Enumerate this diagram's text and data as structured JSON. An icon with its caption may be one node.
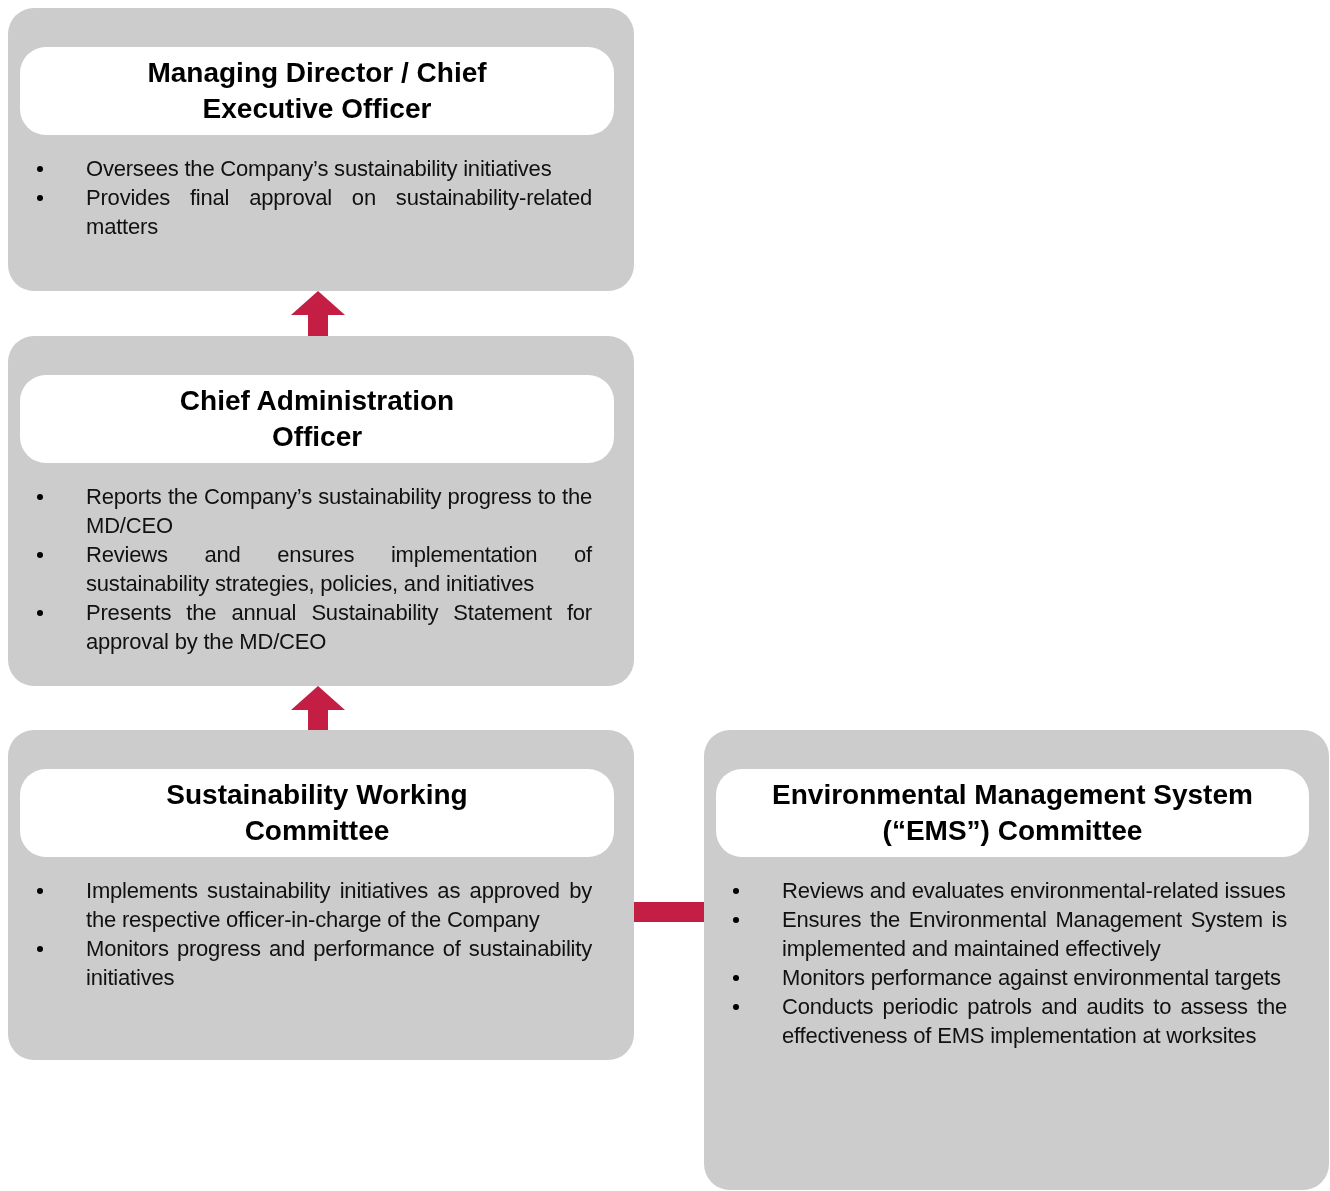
{
  "diagram": {
    "nodes": [
      {
        "text": [
          "Oversees the Company’s sustainability initiatives",
          "Provides final approval on sustainability-related matters"
        ]
      },
      {
        "text": [
          "Managing Director / Chief Executive Officer"
        ],
        "in": 0
      },
      {
        "text": [
          "Reports the Company’s sustainability progress to the MD/CEO",
          "Reviews and ensures implementation of sustainability strategies, policies, and initiatives",
          "Presents the annual Sustainability Statement for approval by the MD/CEO"
        ]
      },
      {
        "text": [
          "Chief Administration Officer"
        ],
        "in": 2
      },
      {
        "text": [
          "Implements sustainability initiatives as approved by the respective officer-in-charge of the Company",
          "Monitors progress and performance of sustainability initiatives"
        ]
      },
      {
        "text": [
          "Sustainability Working Committee"
        ],
        "in": 4
      },
      {
        "text": [
          "Reviews and evaluates environmental-related issues",
          "Ensures the Environmental Management System is implemented and maintained effectively",
          "Monitors performance against environmental targets",
          "Conducts periodic patrols and audits to assess the effectiveness of EMS implementation at worksites"
        ]
      },
      {
        "text": [
          "Environmental Management System (“EMS”) Committee"
        ],
        "in": 6
      }
    ],
    "edges": [
      {
        "from": 2,
        "to": 0,
        "arrow": "to"
      },
      {
        "from": 4,
        "to": 2,
        "arrow": "to"
      },
      {
        "from": 4,
        "to": 6,
        "arrow": "none"
      }
    ]
  }
}
